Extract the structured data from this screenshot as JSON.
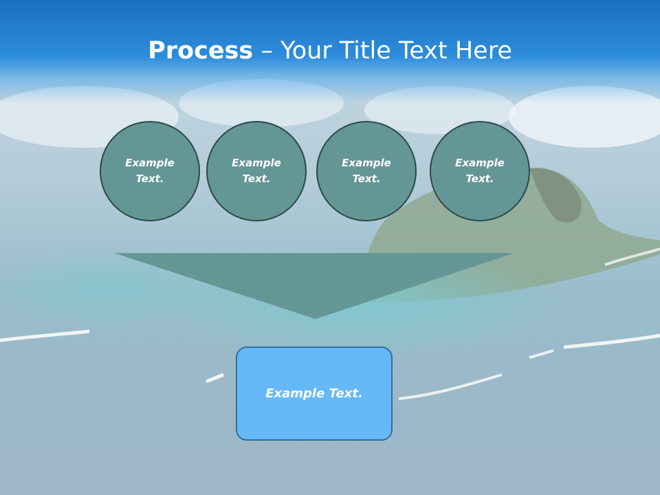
{
  "slide": {
    "title_bold": "Process",
    "title_rest": " – Your Title Text Here"
  },
  "steps": [
    {
      "label": "Example\nText."
    },
    {
      "label": "Example\nText."
    },
    {
      "label": "Example\nText."
    },
    {
      "label": "Example\nText."
    }
  ],
  "result": {
    "label": "Example Text."
  },
  "colors": {
    "header": "#1a6fbe",
    "circle_fill": "#659696",
    "circle_border": "#2b4848",
    "funnel_fill": "#659696",
    "result_fill": "#66b8f7",
    "result_border": "#2e6f9f"
  }
}
